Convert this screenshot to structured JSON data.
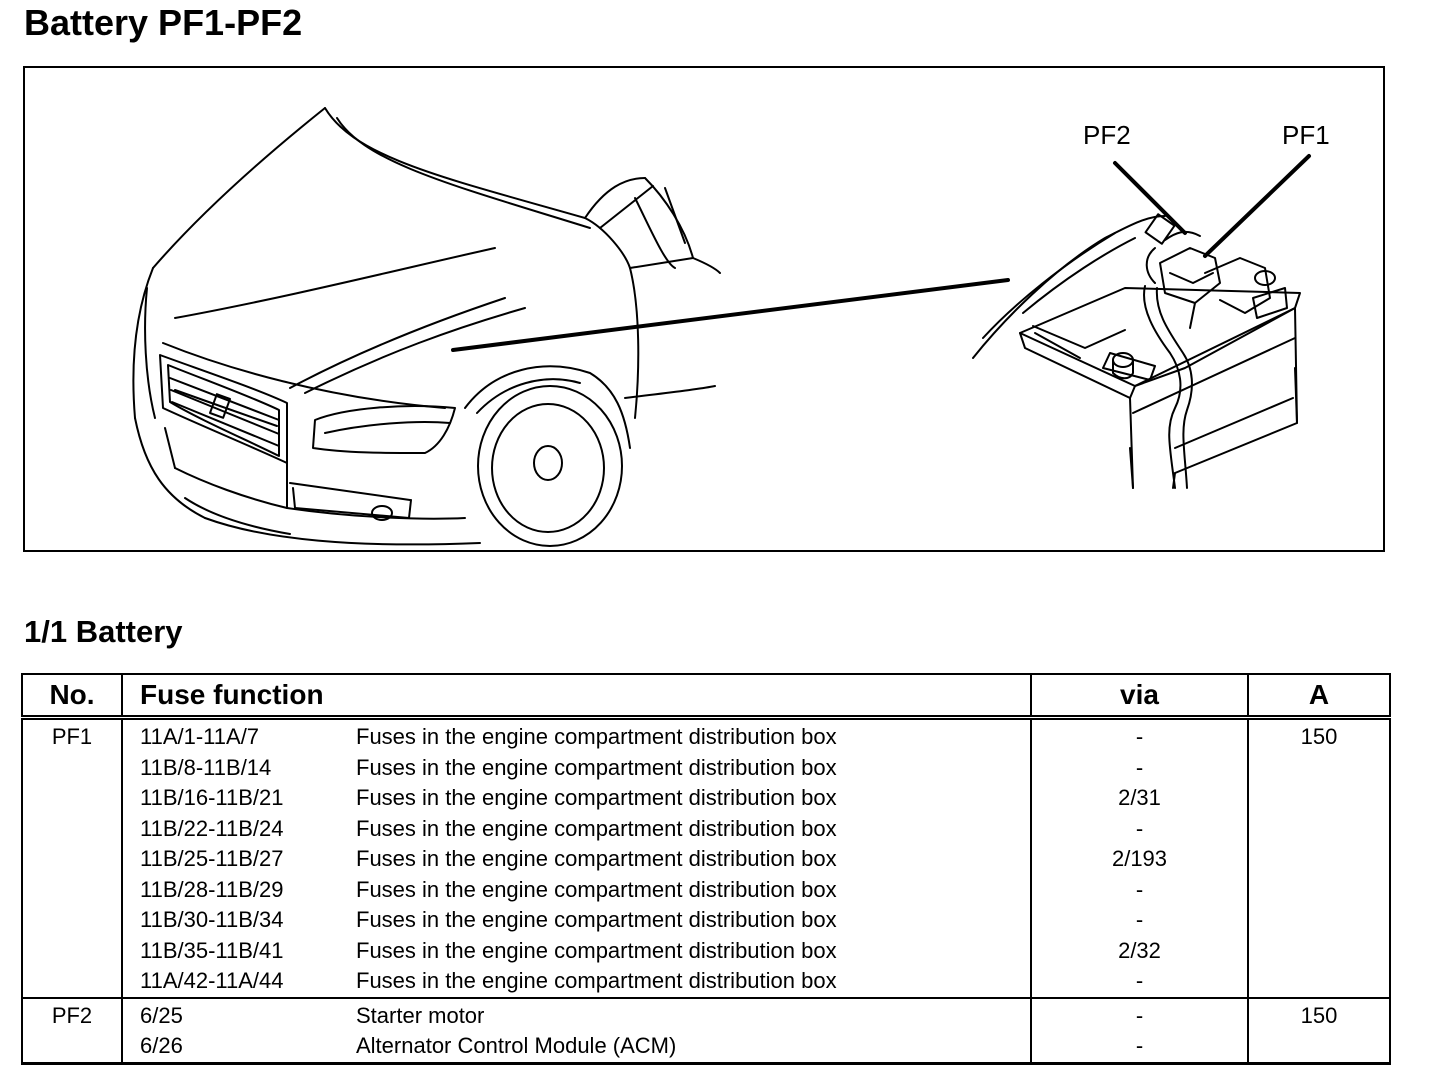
{
  "page_title": "Battery PF1-PF2",
  "figure": {
    "callouts": [
      {
        "id": "pf2",
        "label": "PF2"
      },
      {
        "id": "pf1",
        "label": "PF1"
      }
    ]
  },
  "section_title": "1/1 Battery",
  "table": {
    "headers": {
      "no": "No.",
      "fuse_function": "Fuse function",
      "via": "via",
      "amp": "A"
    },
    "groups": [
      {
        "no": "PF1",
        "amp": "150",
        "rows": [
          {
            "code": "11A/1-11A/7",
            "desc": "Fuses in the engine compartment distribution box",
            "via": "-"
          },
          {
            "code": "11B/8-11B/14",
            "desc": "Fuses in the engine compartment distribution box",
            "via": "-"
          },
          {
            "code": "11B/16-11B/21",
            "desc": "Fuses in the engine compartment distribution box",
            "via": "2/31"
          },
          {
            "code": "11B/22-11B/24",
            "desc": "Fuses in the engine compartment distribution box",
            "via": "-"
          },
          {
            "code": "11B/25-11B/27",
            "desc": "Fuses in the engine compartment distribution box",
            "via": "2/193"
          },
          {
            "code": "11B/28-11B/29",
            "desc": "Fuses in the engine compartment distribution box",
            "via": "-"
          },
          {
            "code": "11B/30-11B/34",
            "desc": "Fuses in the engine compartment distribution box",
            "via": "-"
          },
          {
            "code": "11B/35-11B/41",
            "desc": "Fuses in the engine compartment distribution box",
            "via": "2/32"
          },
          {
            "code": "11A/42-11A/44",
            "desc": "Fuses in the engine compartment distribution box",
            "via": "-"
          }
        ]
      },
      {
        "no": "PF2",
        "amp": "150",
        "rows": [
          {
            "code": "6/25",
            "desc": "Starter motor",
            "via": "-"
          },
          {
            "code": "6/26",
            "desc": "Alternator Control Module (ACM)",
            "via": "-"
          }
        ]
      }
    ]
  }
}
